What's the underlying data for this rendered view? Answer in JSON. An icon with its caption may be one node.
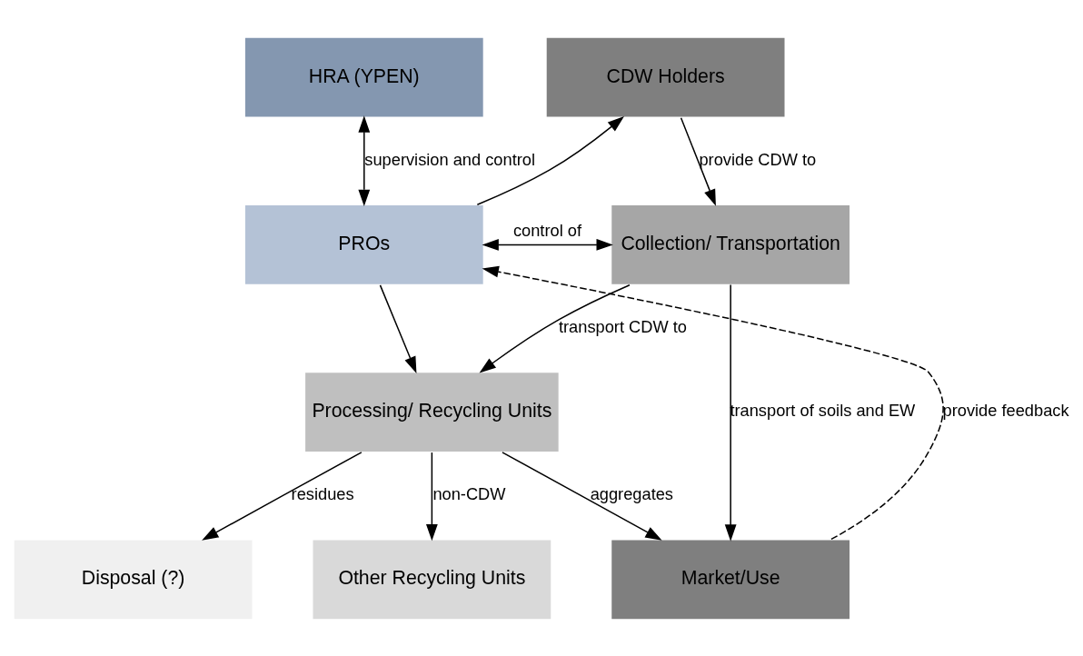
{
  "diagram": {
    "nodes": [
      {
        "text": [
          "CDW Holders"
        ]
      },
      {
        "text": [
          "HRA (YPEN)"
        ]
      },
      {
        "text": [
          "Collection/ Transportation"
        ]
      },
      {
        "text": [
          "PROs"
        ]
      },
      {
        "text": [
          "Processing/ Recycling Units"
        ]
      },
      {
        "text": [
          "Market/Use"
        ]
      },
      {
        "text": [
          "Other Recycling Units"
        ]
      },
      {
        "text": [
          "Disposal (?)"
        ]
      }
    ],
    "edges": [
      {
        "from": 0,
        "to": 2,
        "arrow": "to",
        "label": "provide CDW to"
      },
      {
        "from": 3,
        "to": 1,
        "arrow": "both",
        "label": "supervision and control"
      },
      {
        "from": 3,
        "to": 2,
        "arrow": "both",
        "label": "control of"
      },
      {
        "from": 3,
        "to": 0,
        "arrow": "to"
      },
      {
        "from": 3,
        "to": 4,
        "arrow": "to"
      },
      {
        "from": 2,
        "to": 5,
        "arrow": "to",
        "label": "transport of soils and EW"
      },
      {
        "from": 2,
        "to": 4,
        "arrow": "to",
        "label": "transport CDW to"
      },
      {
        "from": 4,
        "to": 5,
        "arrow": "to",
        "label": "aggregates"
      },
      {
        "from": 4,
        "to": 6,
        "arrow": "to",
        "label": "non-CDW"
      },
      {
        "from": 4,
        "to": 7,
        "arrow": "to",
        "label": "residues"
      },
      {
        "from": 5,
        "to": 3,
        "arrow": "to",
        "label": "provide feedback",
        "style": "dashed"
      }
    ]
  }
}
